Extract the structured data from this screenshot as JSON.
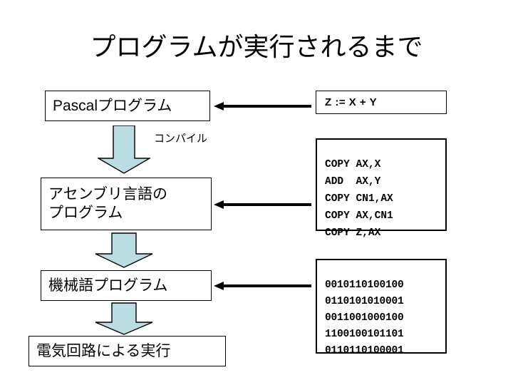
{
  "slide": {
    "title": "プログラムが実行されるまで",
    "background_color": "#ffffff",
    "text_color": "#000000"
  },
  "colors": {
    "arrow_fill": "#b9dde3",
    "arrow_outline": "#000000",
    "line_arrow": "#000000",
    "box_border": "#000000",
    "box_fill": "#ffffff"
  },
  "stages": [
    {
      "id": "pascal",
      "label": "Pascalプログラム"
    },
    {
      "id": "assembly",
      "label_line1": "アセンブリ言語の",
      "label_line2": "プログラム"
    },
    {
      "id": "machine",
      "label": "機械語プログラム"
    },
    {
      "id": "execution",
      "label": "電気回路による実行"
    }
  ],
  "transitions": [
    {
      "id": "compile",
      "label": "コンパイル"
    },
    {
      "id": "assemble",
      "label": ""
    },
    {
      "id": "execute",
      "label": ""
    }
  ],
  "examples": {
    "pascal_code": "Z := X + Y",
    "assembly_code": "COPY AX,X\nADD  AX,Y\nCOPY CN1,AX\nCOPY AX,CN1\nCOPY Z,AX",
    "machine_code": "0010110100100\n0110101010001\n0011001000100\n1100100101101\n0110110100001"
  }
}
